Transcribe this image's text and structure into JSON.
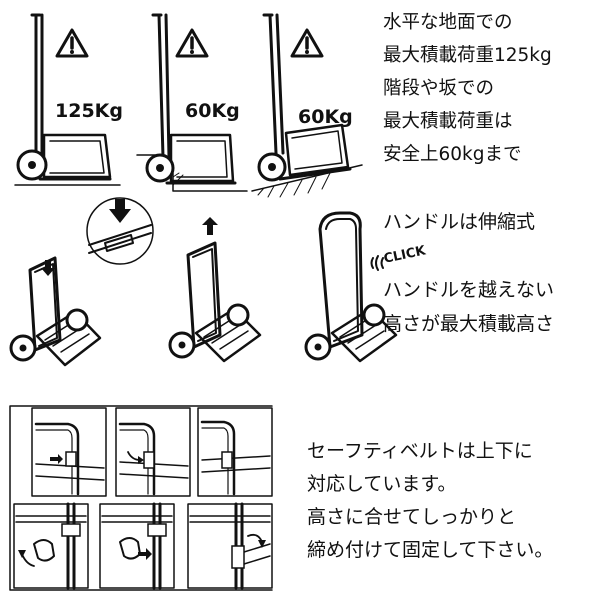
{
  "top": {
    "loads": [
      "125Kg",
      "60Kg",
      "60Kg"
    ],
    "lines": [
      "水平な地面での",
      "最大積載荷重125kg",
      "階段や坂での",
      "最大積載荷重は",
      "安全上60kgまで"
    ]
  },
  "middle": {
    "click": "CLICK",
    "line1": "ハンドルは伸縮式",
    "line2": "ハンドルを越えない",
    "line3": "高さが最大積載高さ"
  },
  "bottom": {
    "lines": [
      "セーフティベルトは上下に",
      "対応しています。",
      "高さに合せてしっかりと",
      "締め付けて固定して下さい。"
    ]
  }
}
